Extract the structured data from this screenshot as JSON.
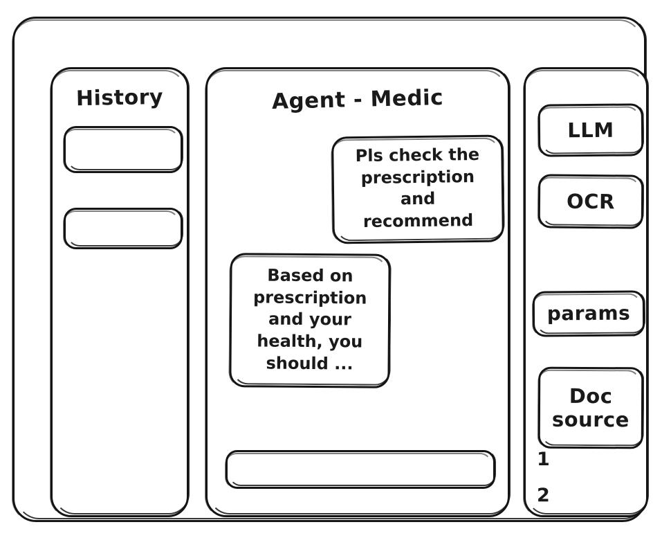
{
  "app": {
    "frame_label": "wireframe-window"
  },
  "colors": {
    "stroke": "#141414",
    "background": "#ffffff"
  },
  "history": {
    "title": "History",
    "items": [
      {
        "label": ""
      },
      {
        "label": ""
      }
    ]
  },
  "conversation": {
    "title": "Agent - Medic",
    "messages": [
      {
        "role": "user",
        "text": "Pls check the\nprescription\nand recommend"
      },
      {
        "role": "agent",
        "text": "Based on\nprescription\nand your\nhealth, you\nshould ..."
      }
    ],
    "composer": {
      "value": "",
      "placeholder": ""
    }
  },
  "tools": {
    "buttons": [
      {
        "label": "LLM"
      },
      {
        "label": "OCR"
      },
      {
        "label": "params"
      },
      {
        "label": "Doc\nsource"
      }
    ],
    "doc_entries": [
      {
        "label": "1"
      },
      {
        "label": "2"
      }
    ]
  }
}
